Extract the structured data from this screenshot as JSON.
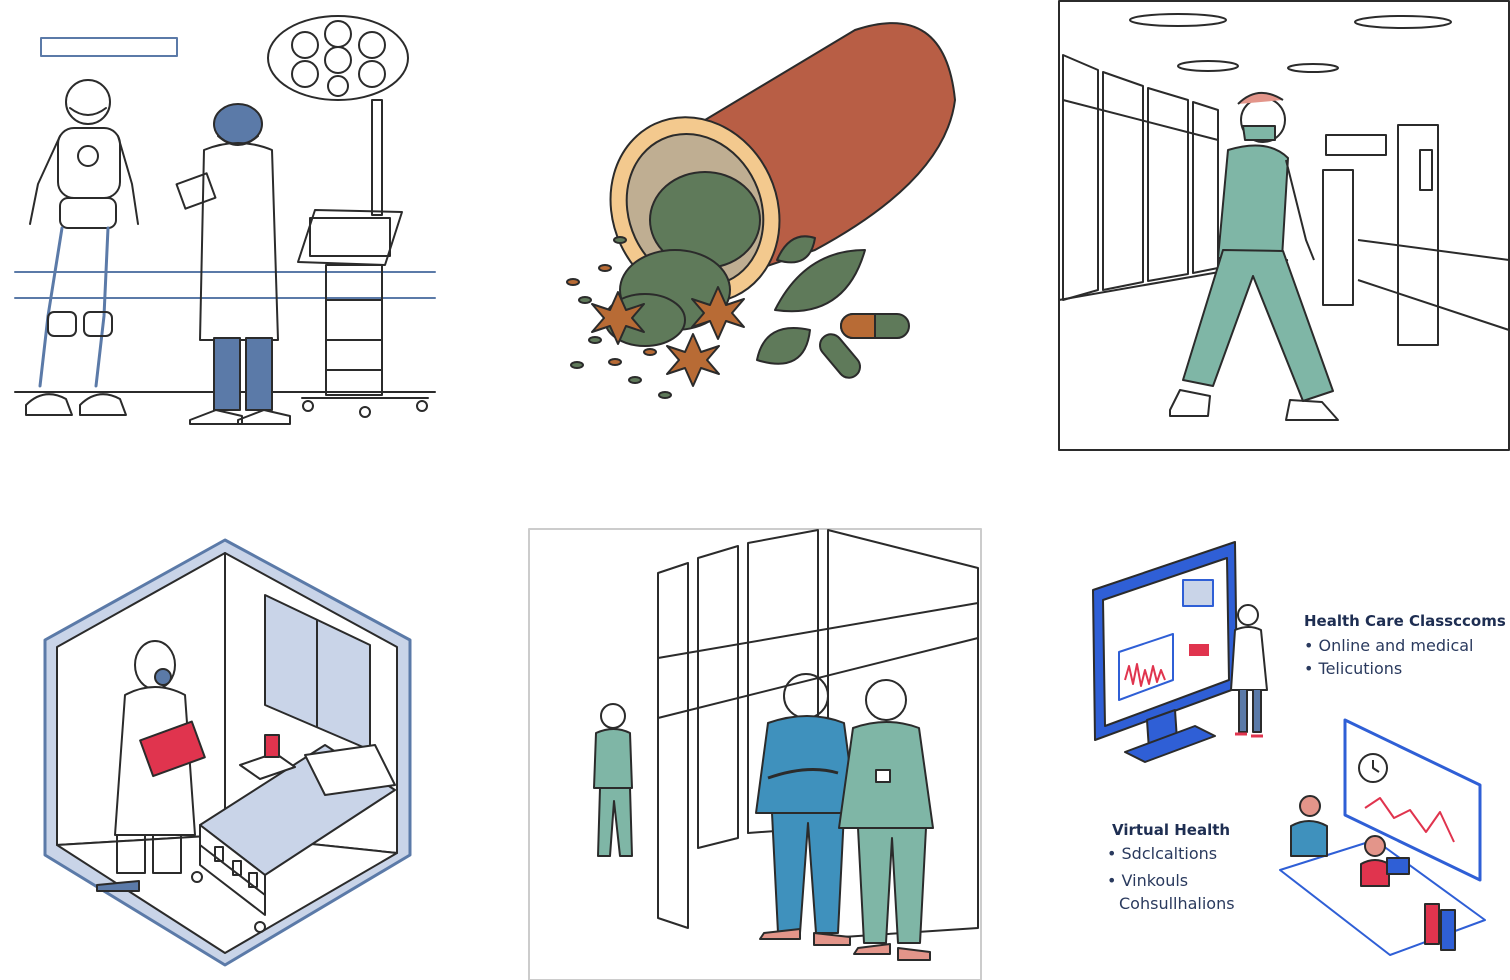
{
  "colors": {
    "outline": "#2b2b2b",
    "steel_blue": "#5b7aa8",
    "light_blue": "#c9d4e8",
    "bottle": "#b85e45",
    "bottle_cap": "#f3c98e",
    "herb_green": "#5f7a5a",
    "anise": "#b86b35",
    "scrub_teal": "#7fb6a6",
    "scrub_blue": "#3f91bd",
    "monitor_blue": "#2f5fd6",
    "accent_red": "#e0344e"
  },
  "panels": {
    "p1": {
      "icon": "robot-surgeon-scene"
    },
    "p2": {
      "icon": "spilled-pill-bottle-herbs"
    },
    "p3": {
      "icon": "nurse-walking-corridor"
    },
    "p4": {
      "icon": "isolation-room-isometric"
    },
    "p5": {
      "icon": "medical-staff-group"
    },
    "p6": {
      "icon": "telehealth-infographic",
      "heading_1": "Health Care Classccoms",
      "bullets_1": [
        "• Online and medical",
        "• Telicutions"
      ],
      "heading_2": "Virtual Health",
      "bullets_2": [
        "• Sdclcaltions",
        "• Vinkouls",
        "Cohsullhalions"
      ]
    }
  }
}
